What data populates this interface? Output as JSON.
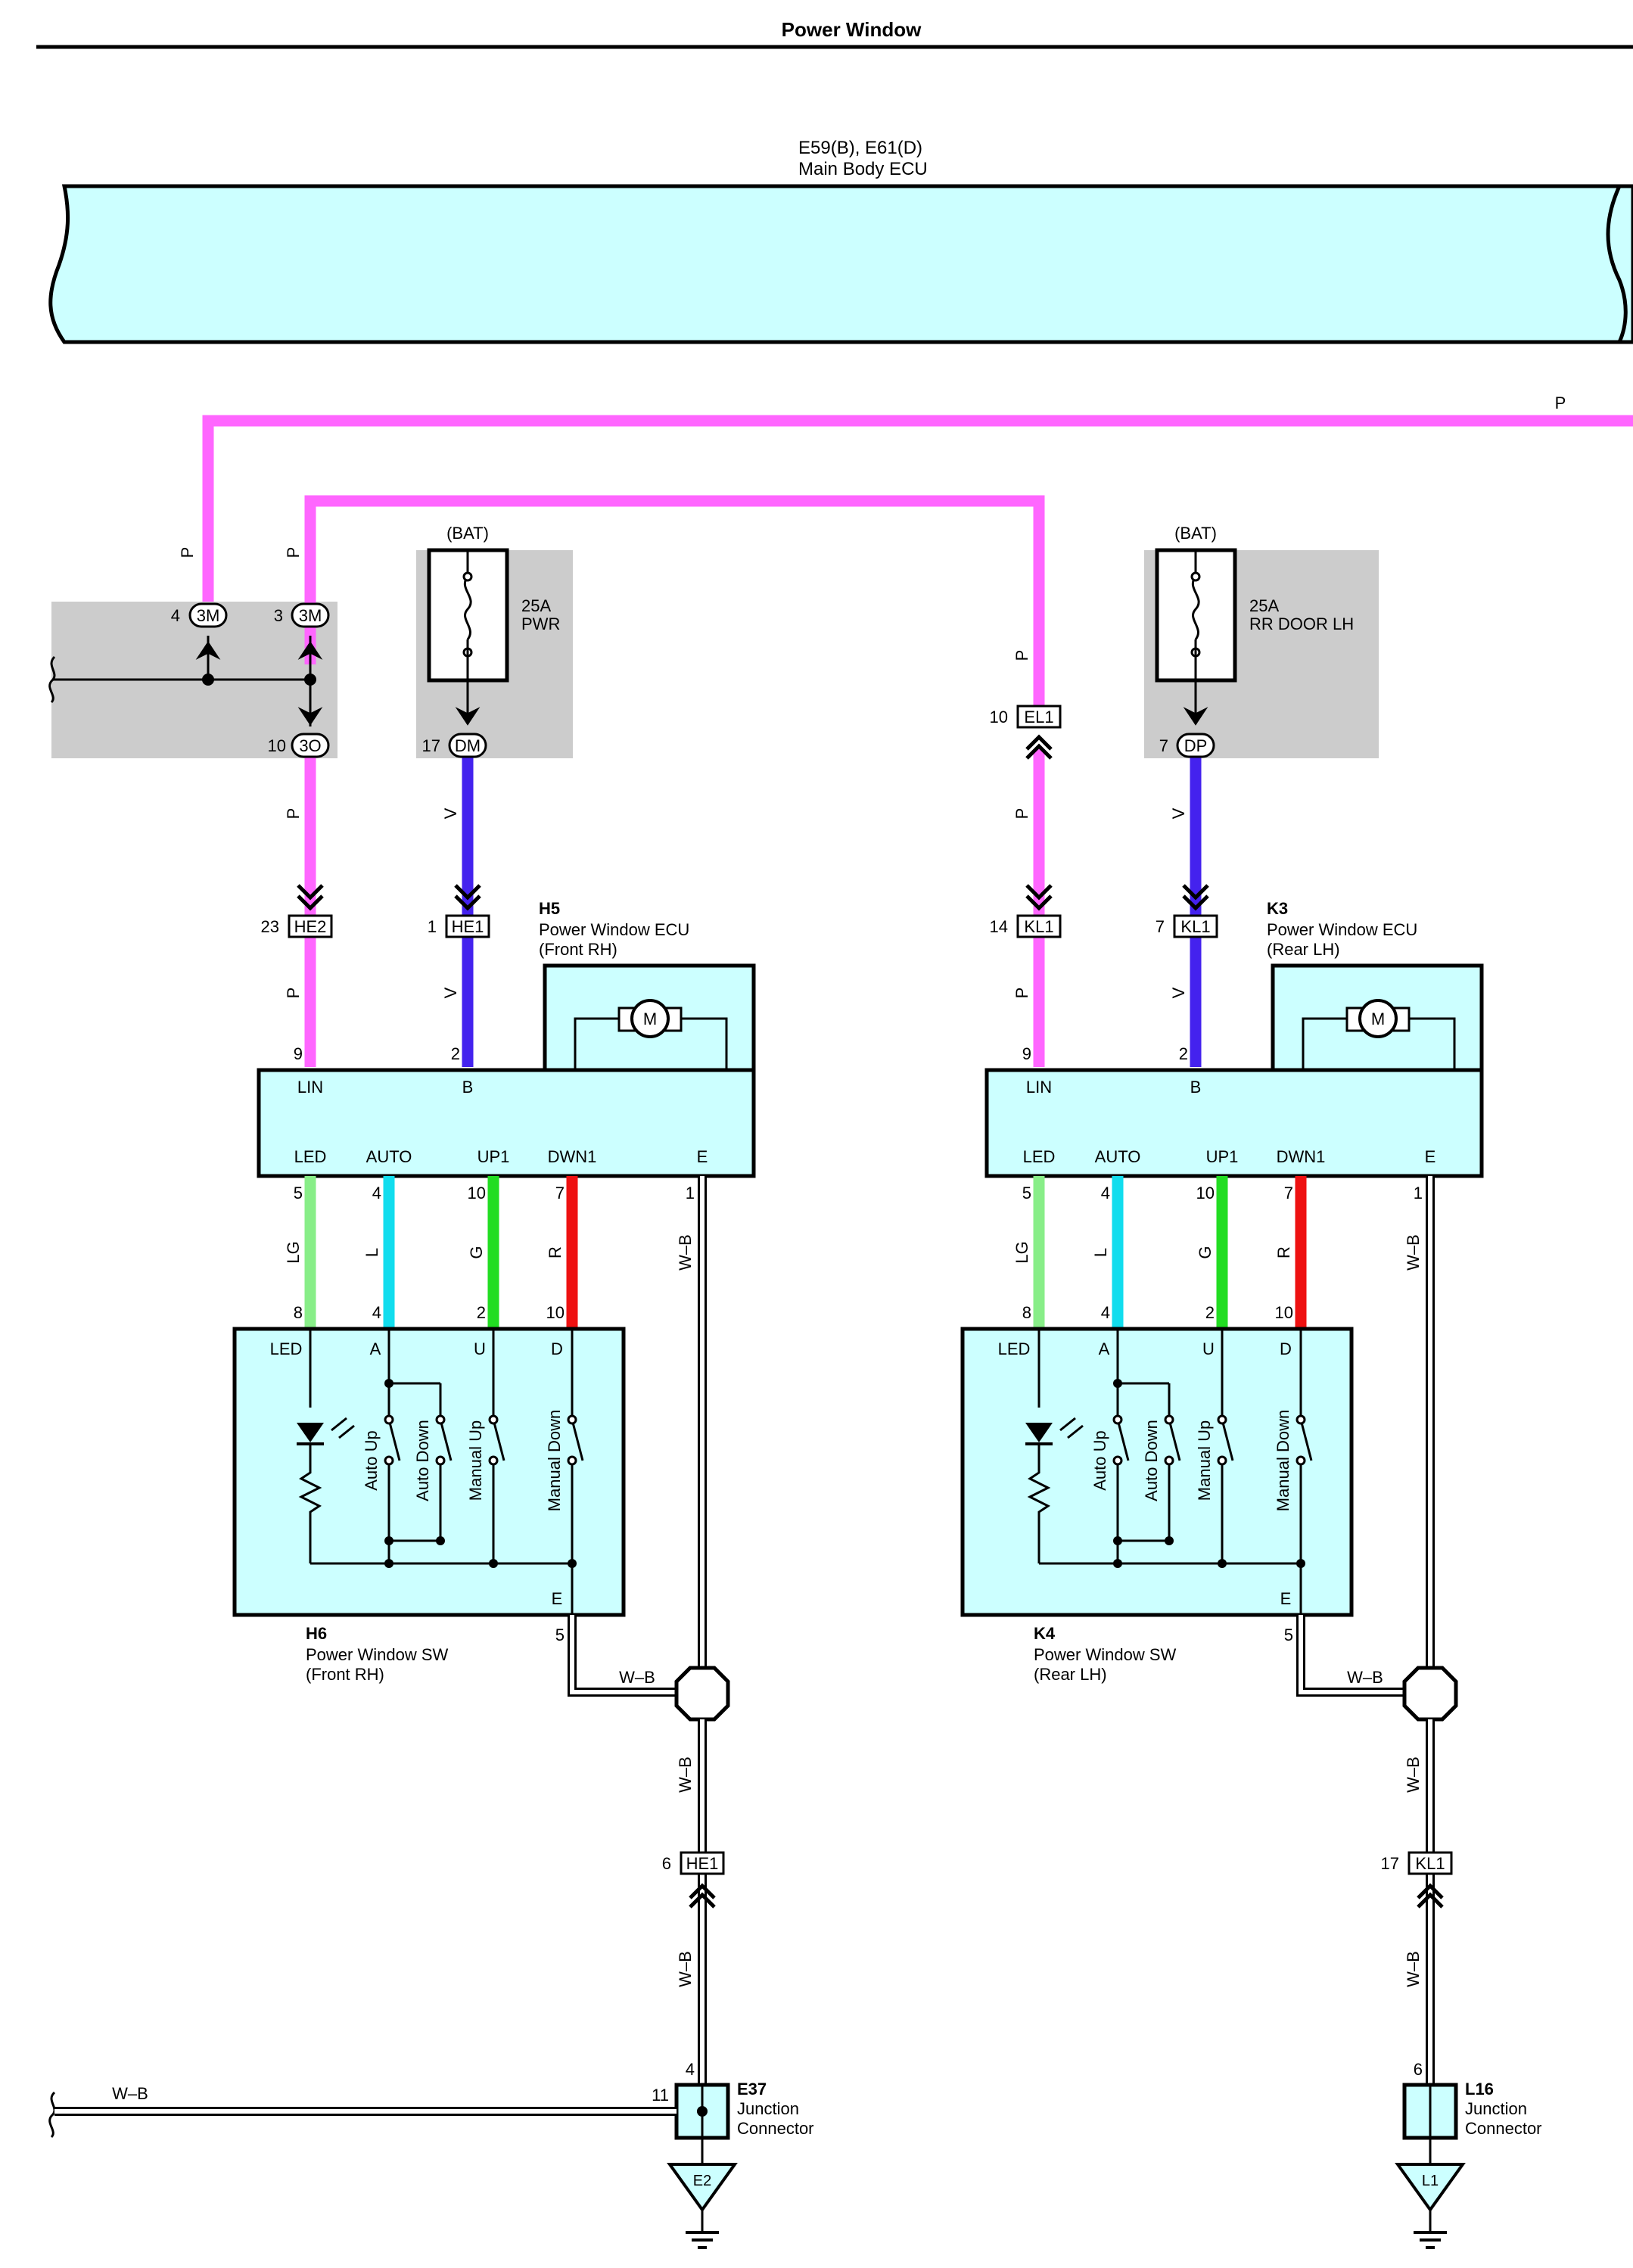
{
  "title": "Power Window",
  "main_ecu": {
    "code": "E59(B), E61(D)",
    "name": "Main Body ECU"
  },
  "colors": {
    "P": "#ff66ff",
    "V": "#4422ee",
    "LG": "#88ee88",
    "L": "#11ddee",
    "G": "#22dd22",
    "R": "#ee1111",
    "ecu_fill": "#ccffff",
    "relay_box": "#cccccc"
  },
  "wire_codes": {
    "P": "P",
    "V": "V",
    "LG": "LG",
    "L": "L",
    "G": "G",
    "R": "R",
    "WB": "W–B"
  },
  "junction_block": {
    "pins": [
      {
        "num": "4",
        "conn": "3M"
      },
      {
        "num": "3",
        "conn": "3M"
      },
      {
        "num": "10",
        "conn": "3O"
      }
    ]
  },
  "fuse_pwr": {
    "bat": "(BAT)",
    "rating": "25A",
    "name": "PWR",
    "pin": "17",
    "conn": "DM"
  },
  "fuse_rr": {
    "bat": "(BAT)",
    "rating": "25A",
    "name": "RR DOOR LH",
    "pin": "7",
    "conn": "DP"
  },
  "el1": {
    "pin": "10",
    "conn": "EL1"
  },
  "front": {
    "inline1": {
      "pin": "23",
      "conn": "HE2"
    },
    "inline2": {
      "pin": "1",
      "conn": "HE1"
    },
    "ecu": {
      "code": "H5",
      "name": "Power Window ECU",
      "sub": "(Front RH)"
    },
    "ecu_pins_top": [
      "9",
      "2"
    ],
    "ecu_terms_top": [
      "LIN",
      "B"
    ],
    "ecu_terms_bottom": [
      "LED",
      "AUTO",
      "UP1",
      "DWN1",
      "E"
    ],
    "ecu_pins_bottom": [
      "5",
      "4",
      "10",
      "7",
      "1"
    ],
    "sw_pins_top": [
      "8",
      "4",
      "2",
      "10"
    ],
    "sw_terms": [
      "LED",
      "A",
      "U",
      "D",
      "E"
    ],
    "sw_switches": [
      "Auto Up",
      "Auto Down",
      "Manual Up",
      "Manual Down"
    ],
    "sw_e_pin": "5",
    "sw": {
      "code": "H6",
      "name": "Power Window SW",
      "sub": "(Front RH)"
    },
    "ground_inline": {
      "pin": "6",
      "conn": "HE1"
    },
    "jc": {
      "code": "E37",
      "name1": "Junction",
      "name2": "Connector",
      "pin_top": "4",
      "pin_left": "11"
    },
    "ground": "E2"
  },
  "rear": {
    "inline1": {
      "pin": "14",
      "conn": "KL1"
    },
    "inline2": {
      "pin": "7",
      "conn": "KL1"
    },
    "ecu": {
      "code": "K3",
      "name": "Power Window ECU",
      "sub": "(Rear LH)"
    },
    "ecu_pins_top": [
      "9",
      "2"
    ],
    "ecu_terms_top": [
      "LIN",
      "B"
    ],
    "ecu_terms_bottom": [
      "LED",
      "AUTO",
      "UP1",
      "DWN1",
      "E"
    ],
    "ecu_pins_bottom": [
      "5",
      "4",
      "10",
      "7",
      "1"
    ],
    "sw_pins_top": [
      "8",
      "4",
      "2",
      "10"
    ],
    "sw_terms": [
      "LED",
      "A",
      "U",
      "D",
      "E"
    ],
    "sw_switches": [
      "Auto Up",
      "Auto Down",
      "Manual Up",
      "Manual Down"
    ],
    "sw_e_pin": "5",
    "sw": {
      "code": "K4",
      "name": "Power Window SW",
      "sub": "(Rear LH)"
    },
    "ground_inline": {
      "pin": "17",
      "conn": "KL1"
    },
    "jc": {
      "code": "L16",
      "name1": "Junction",
      "name2": "Connector",
      "pin_top": "6"
    },
    "ground": "L1"
  }
}
